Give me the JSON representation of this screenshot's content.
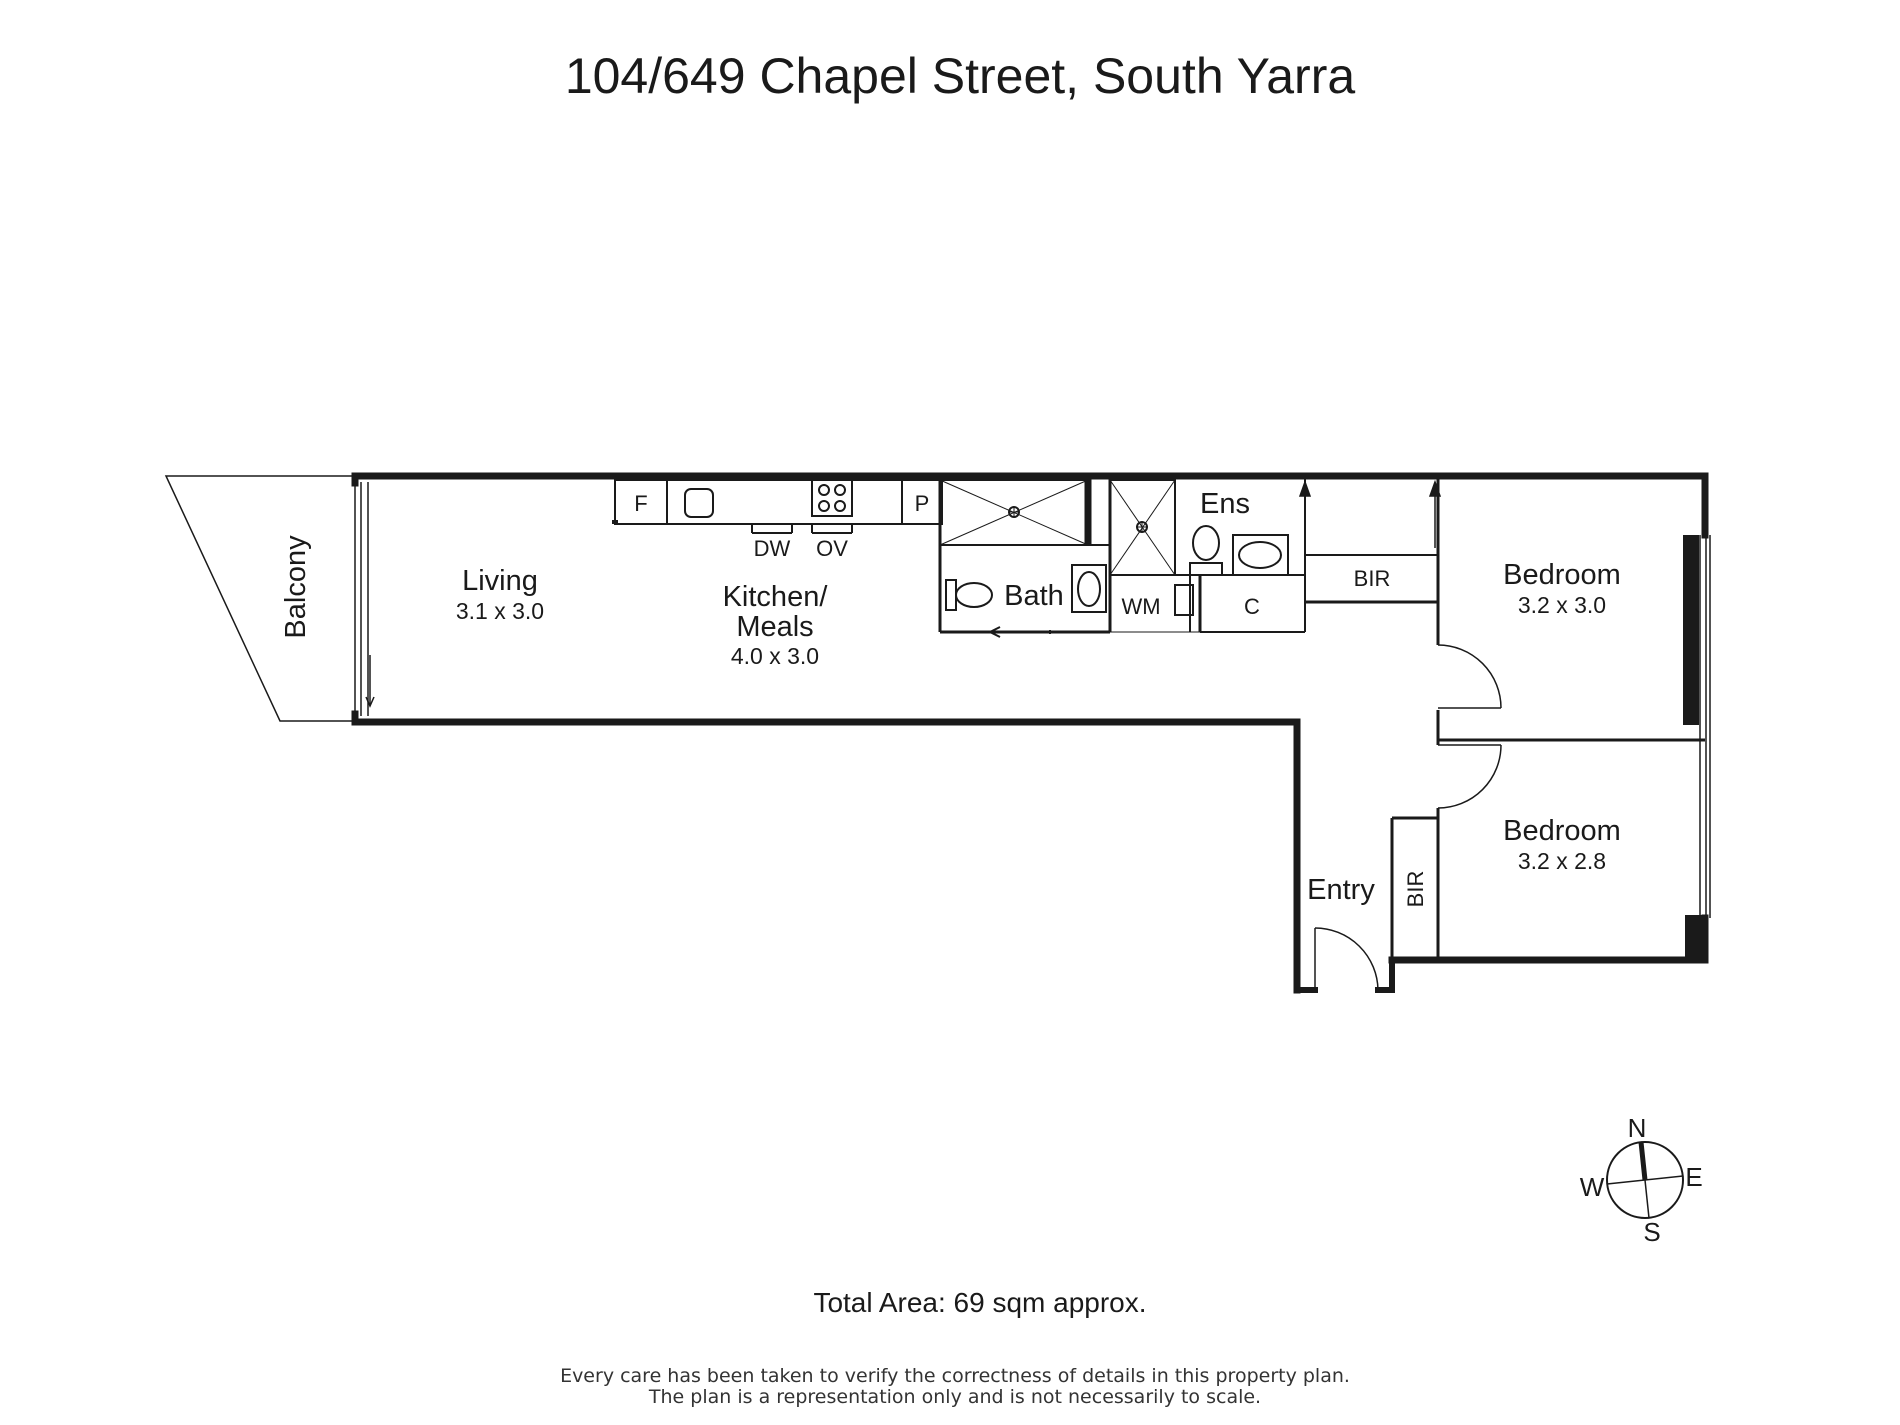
{
  "title": "104/649 Chapel Street, South Yarra",
  "rooms": {
    "balcony": "Balcony",
    "living": {
      "name": "Living",
      "dims": "3.1 x 3.0"
    },
    "kitchen": {
      "name_line1": "Kitchen/",
      "name_line2": "Meals",
      "dims": "4.0 x 3.0"
    },
    "bath": "Bath",
    "ensuite": "Ens",
    "laundry_wm": "WM",
    "cupboard_c": "C",
    "bir_top": "BIR",
    "bir_side": "BIR",
    "bedroom1": {
      "name": "Bedroom",
      "dims": "3.2 x 3.0"
    },
    "bedroom2": {
      "name": "Bedroom",
      "dims": "3.2 x 2.8"
    },
    "entry": "Entry"
  },
  "fixtures": {
    "fridge": "F",
    "pantry": "P",
    "dishwasher": "DW",
    "oven": "OV"
  },
  "compass": {
    "n": "N",
    "e": "E",
    "s": "S",
    "w": "W"
  },
  "total_area": "Total Area: 69 sqm approx.",
  "disclaimer": {
    "line1": "Every care has been taken to verify the correctness of details in this property plan.",
    "line2": "The plan is a representation only and is not necessarily to scale."
  },
  "colors": {
    "wall": "#1a1a1a",
    "background": "#ffffff"
  }
}
